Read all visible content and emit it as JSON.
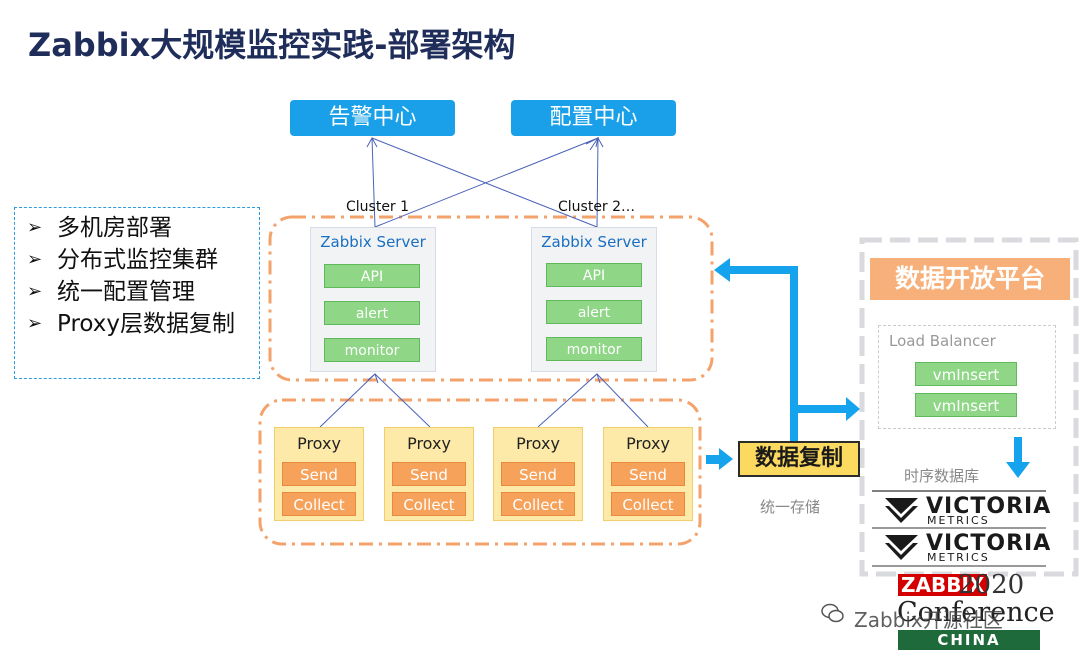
{
  "title": "Zabbix大规模监控实践-部署架构",
  "top_boxes": {
    "alert_center": "告警中心",
    "config_center": "配置中心"
  },
  "bullets": [
    {
      "marker": "➢",
      "text": "多机房部署"
    },
    {
      "marker": "➢",
      "text": "分布式监控集群"
    },
    {
      "marker": "➢",
      "text": "统一配置管理"
    },
    {
      "marker": "➢",
      "text": "Proxy层数据复制"
    }
  ],
  "clusters": [
    {
      "label": "Cluster 1",
      "server_title": "Zabbix Server",
      "modules": [
        "API",
        "alert",
        "monitor"
      ]
    },
    {
      "label": "Cluster 2…",
      "server_title": "Zabbix Server",
      "modules": [
        "API",
        "alert",
        "monitor"
      ]
    }
  ],
  "proxies": [
    {
      "title": "Proxy",
      "buttons": [
        "Send",
        "Collect"
      ]
    },
    {
      "title": "Proxy",
      "buttons": [
        "Send",
        "Collect"
      ]
    },
    {
      "title": "Proxy",
      "buttons": [
        "Send",
        "Collect"
      ]
    },
    {
      "title": "Proxy",
      "buttons": [
        "Send",
        "Collect"
      ]
    }
  ],
  "replication": {
    "label": "数据复制",
    "caption": "统一存储"
  },
  "data_platform": {
    "title": "数据开放平台",
    "load_balancer_label": "Load Balancer",
    "inserts": [
      "vmInsert",
      "vmInsert"
    ],
    "tsdb_label": "时序数据库",
    "logos": [
      {
        "name": "VICTORIA",
        "sub": "METRICS"
      },
      {
        "name": "VICTORIA",
        "sub": "METRICS"
      }
    ]
  },
  "conference": {
    "brand": "ZABBIX",
    "year": "2020",
    "conf": "Conference",
    "country": "CHINA"
  },
  "watermark": "Zabbix开源社区",
  "colors": {
    "title": "#1f2d5a",
    "blue_box": "#1aa0e8",
    "arrow_blue": "#16a3ee",
    "cluster_dash": "#f4a26b",
    "green_module": "#8fd687",
    "orange_button": "#f7a25a",
    "proxy_bg": "#fde9a8",
    "replicate_bg": "#fcd95f",
    "platform_title_bg": "#f7b079",
    "conference_red": "#d40000",
    "conference_green": "#1e6a3a"
  }
}
